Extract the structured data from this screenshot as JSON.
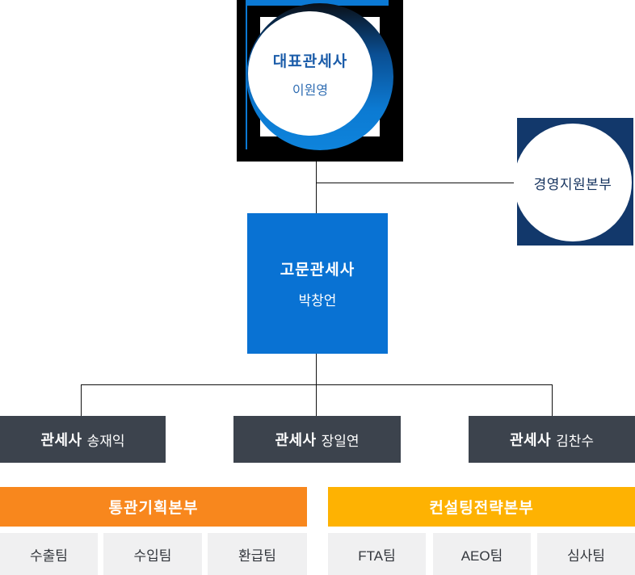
{
  "org_chart": {
    "ceo": {
      "title": "대표관세사",
      "name": "이원영"
    },
    "management_division": {
      "label": "경영지원본부"
    },
    "advisor": {
      "title": "고문관세사",
      "name": "박창언"
    },
    "brokers": [
      {
        "title": "관세사",
        "name": "송재익"
      },
      {
        "title": "관세사",
        "name": "장일연"
      },
      {
        "title": "관세사",
        "name": "김찬수"
      }
    ],
    "divisions": [
      {
        "label": "통관기획본부",
        "color": "#f8871d",
        "teams": [
          "수출팀",
          "수입팀",
          "환급팀"
        ]
      },
      {
        "label": "컨설팅전략본부",
        "color": "#feb202",
        "teams": [
          "FTA팀",
          "AEO팀",
          "심사팀"
        ]
      }
    ],
    "colors": {
      "hero_background": "#000000",
      "accent_blue": "#0b79d4",
      "advisor_blue": "#0972d3",
      "navy": "#12386b",
      "broker_dark": "#3c434d",
      "team_gray": "#f0f0f1",
      "line": "#111111"
    }
  }
}
